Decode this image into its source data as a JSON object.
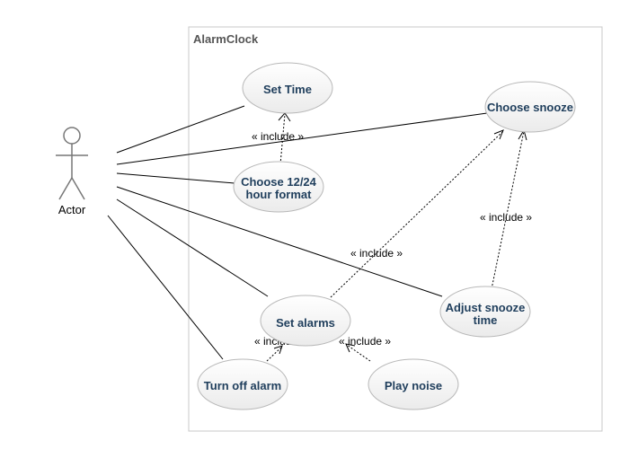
{
  "system": {
    "name": "AlarmClock"
  },
  "actor": {
    "label": "Actor"
  },
  "use_cases": [
    {
      "id": "set-time",
      "lines": [
        "Set Time"
      ]
    },
    {
      "id": "choose-snooze",
      "lines": [
        "Choose snooze"
      ]
    },
    {
      "id": "choose-format",
      "lines": [
        "Choose 12/24",
        "hour format"
      ]
    },
    {
      "id": "adjust-snooze",
      "lines": [
        "Adjust snooze",
        "time"
      ]
    },
    {
      "id": "set-alarms",
      "lines": [
        "Set alarms"
      ]
    },
    {
      "id": "turn-off-alarm",
      "lines": [
        "Turn off alarm"
      ]
    },
    {
      "id": "play-noise",
      "lines": [
        "Play noise"
      ]
    }
  ],
  "include_labels": [
    "« include »",
    "« include »",
    "« include »",
    "« include »",
    "« include »"
  ],
  "colors": {
    "use_case_text": "#1f3e5c",
    "ellipse_fill": "#f2f2f2",
    "ellipse_stroke": "#b8b8b8",
    "line": "#000000",
    "boundary": "#c8c8c8",
    "title": "#555555"
  }
}
